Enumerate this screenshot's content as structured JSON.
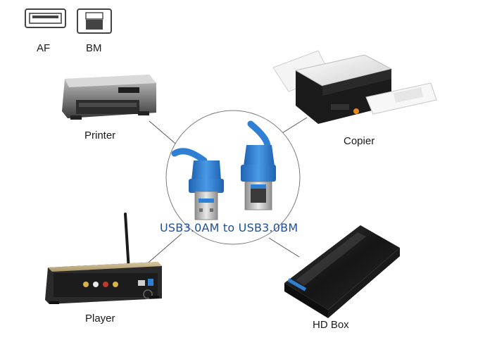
{
  "connectors": {
    "af_label": "AF",
    "bm_label": "BM"
  },
  "devices": {
    "printer": "Printer",
    "copier": "Copier",
    "player": "Player",
    "hd_box": "HD Box"
  },
  "cable": {
    "caption": "USB3.0AM to USB3.0BM"
  },
  "colors": {
    "usb_blue": "#2f7fd4",
    "caption_blue": "#1f4f9c",
    "line_gray": "#555555"
  }
}
